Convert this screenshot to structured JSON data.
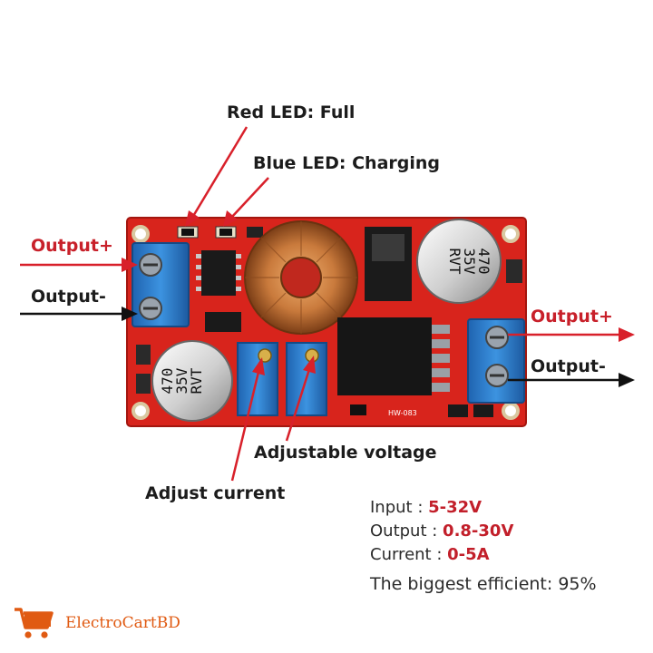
{
  "annotations": {
    "red_led": "Red LED: Full",
    "blue_led": "Blue LED: Charging",
    "output_plus_left": "Output+",
    "output_minus_left": "Output-",
    "output_plus_right": "Output+",
    "output_minus_right": "Output-",
    "adjustable_voltage": "Adjustable voltage",
    "adjust_current": "Adjust current"
  },
  "board": {
    "capacitor_left": [
      "470",
      "35V",
      "RVT"
    ],
    "capacitor_right": [
      "470",
      "35V",
      "RVT"
    ],
    "model": "HW-083"
  },
  "specs": [
    {
      "label": "Input : ",
      "value": "5-32V"
    },
    {
      "label": "Output : ",
      "value": "0.8-30V"
    },
    {
      "label": "Current : ",
      "value": "0-5A"
    }
  ],
  "efficiency": "The biggest efficient: 95%",
  "brand": {
    "name": "ElectroCartBD",
    "icon": "shopping-cart-icon"
  },
  "colors": {
    "pcb": "#d8241c",
    "terminal": "#2f7fc9",
    "arrow_red": "#d8202a",
    "arrow_black": "#111111",
    "spec_value": "#c21f2a",
    "brand": "#e05a12"
  }
}
